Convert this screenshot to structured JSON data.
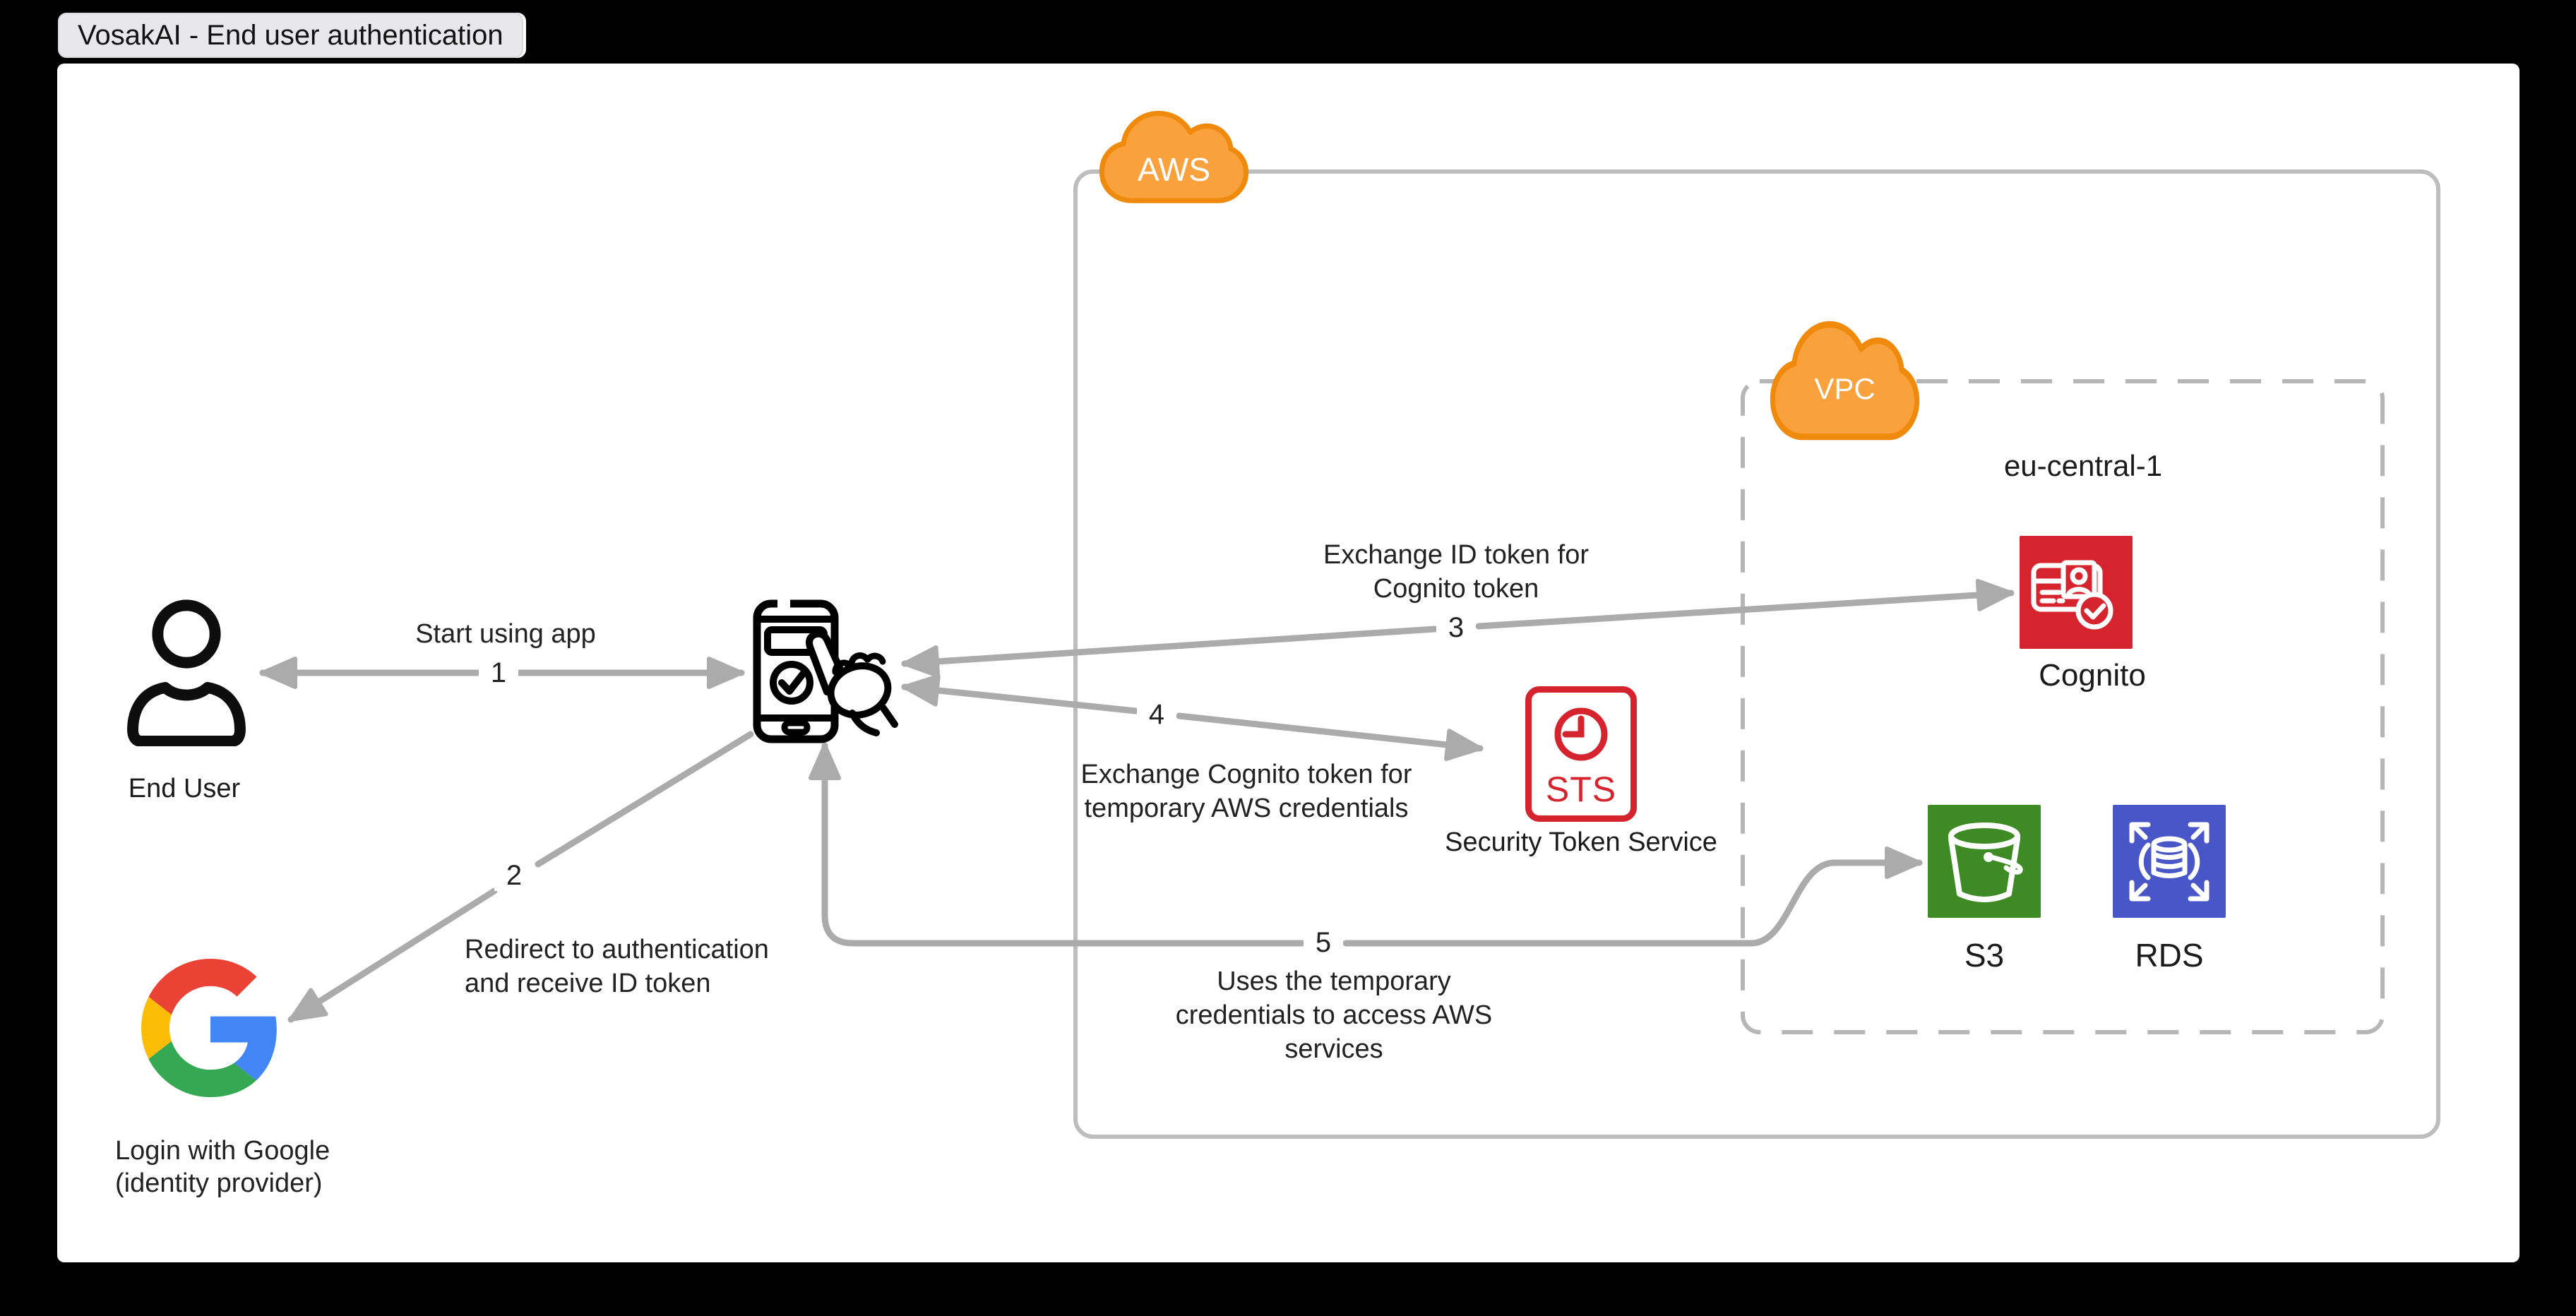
{
  "window": {
    "tab_title": "VosakAI - End user authentication"
  },
  "colors": {
    "background": "#000000",
    "canvas": "#FFFFFF",
    "arrow_gray": "#ABABAB",
    "box_border_gray": "#BDBDBD",
    "cloud_orange_fill": "#F9A13C",
    "cloud_orange_stroke": "#EF8A0C",
    "cognito_sts_red": "#D6242E",
    "s3_green": "#3E8A25",
    "rds_blue": "#4956C8",
    "google_red": "#EA4335",
    "google_blue": "#4285F4",
    "google_yellow": "#FBBC05",
    "google_green": "#34A853"
  },
  "groups": {
    "aws": {
      "label": "AWS"
    },
    "vpc": {
      "label": "VPC",
      "region": "eu-central-1"
    }
  },
  "nodes": {
    "end_user": {
      "label": "End User",
      "icon": "person-icon"
    },
    "app": {
      "icon": "mobile-app-tap-icon"
    },
    "google": {
      "label_line1": "Login with Google",
      "label_line2": "(identity provider)",
      "icon": "google-g-icon"
    },
    "cognito": {
      "label": "Cognito",
      "icon": "cognito-id-card-icon"
    },
    "sts": {
      "badge": "STS",
      "label": "Security Token Service",
      "icon": "sts-clock-icon"
    },
    "s3": {
      "label": "S3",
      "icon": "s3-bucket-icon"
    },
    "rds": {
      "label": "RDS",
      "icon": "rds-database-icon"
    }
  },
  "flows": {
    "f1": {
      "num": "1",
      "lines": [
        "Start using app"
      ]
    },
    "f2": {
      "num": "2",
      "lines": [
        "Redirect to authentication",
        "and receive ID token"
      ]
    },
    "f3": {
      "num": "3",
      "lines": [
        "Exchange ID token for",
        "Cognito token"
      ]
    },
    "f4": {
      "num": "4",
      "lines": [
        "Exchange Cognito token for",
        "temporary AWS credentials"
      ]
    },
    "f5": {
      "num": "5",
      "lines": [
        "Uses the temporary",
        "credentials to access AWS",
        "services"
      ]
    }
  }
}
